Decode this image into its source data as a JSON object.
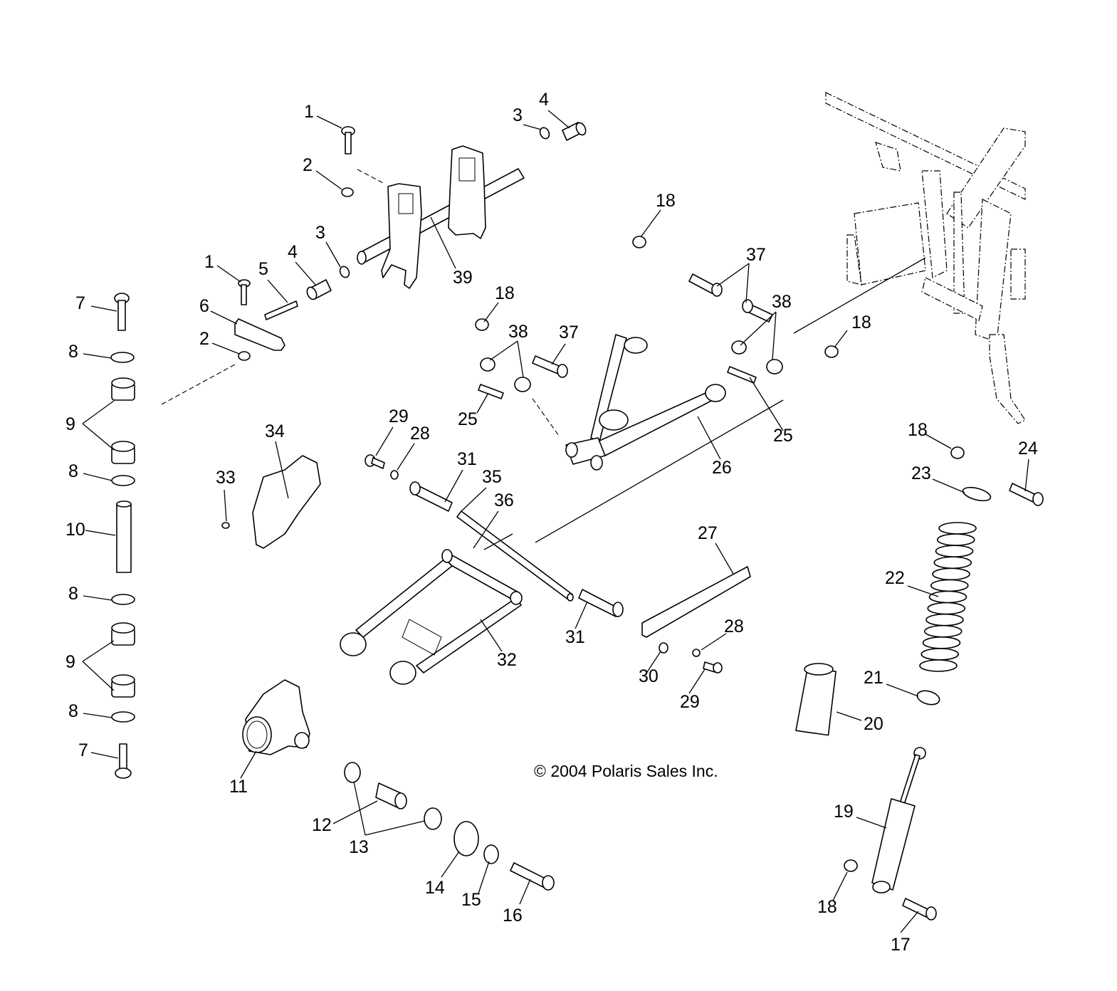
{
  "diagram": {
    "type": "exploded-parts-diagram",
    "subject": "Rear suspension assembly",
    "copyright": "© 2004 Polaris Sales Inc.",
    "callouts": [
      {
        "id": "c1a",
        "label": "1",
        "part": "bolt"
      },
      {
        "id": "c2a",
        "label": "2",
        "part": "nut"
      },
      {
        "id": "c3a",
        "label": "3",
        "part": "o-ring"
      },
      {
        "id": "c4a",
        "label": "4",
        "part": "bushing"
      },
      {
        "id": "c39",
        "label": "39",
        "part": "stabilizer bar with brackets"
      },
      {
        "id": "c18a",
        "label": "18",
        "part": "nut"
      },
      {
        "id": "c3b",
        "label": "3",
        "part": "o-ring"
      },
      {
        "id": "c4b",
        "label": "4",
        "part": "bushing"
      },
      {
        "id": "c1b",
        "label": "1",
        "part": "bolt"
      },
      {
        "id": "c5",
        "label": "5",
        "part": "link rod"
      },
      {
        "id": "c6",
        "label": "6",
        "part": "link arm"
      },
      {
        "id": "c2b",
        "label": "2",
        "part": "nut"
      },
      {
        "id": "c7a",
        "label": "7",
        "part": "bolt"
      },
      {
        "id": "c8a",
        "label": "8",
        "part": "washer"
      },
      {
        "id": "c9a",
        "label": "9",
        "part": "bushing pair"
      },
      {
        "id": "c8b",
        "label": "8",
        "part": "washer"
      },
      {
        "id": "c10",
        "label": "10",
        "part": "link spacer"
      },
      {
        "id": "c8c",
        "label": "8",
        "part": "washer"
      },
      {
        "id": "c9b",
        "label": "9",
        "part": "bushing pair"
      },
      {
        "id": "c8d",
        "label": "8",
        "part": "washer"
      },
      {
        "id": "c7b",
        "label": "7",
        "part": "bolt"
      },
      {
        "id": "c37a",
        "label": "37",
        "part": "bolt pair"
      },
      {
        "id": "c38a",
        "label": "38",
        "part": "bushing pair"
      },
      {
        "id": "c18b",
        "label": "18",
        "part": "nut"
      },
      {
        "id": "c18c",
        "label": "18",
        "part": "nut"
      },
      {
        "id": "c38b",
        "label": "38",
        "part": "bushing pair"
      },
      {
        "id": "c37b",
        "label": "37",
        "part": "bolt"
      },
      {
        "id": "c25a",
        "label": "25",
        "part": "pivot tube"
      },
      {
        "id": "c25b",
        "label": "25",
        "part": "pivot tube"
      },
      {
        "id": "c26",
        "label": "26",
        "part": "upper A-arm"
      },
      {
        "id": "c34",
        "label": "34",
        "part": "guard"
      },
      {
        "id": "c33",
        "label": "33",
        "part": "screw"
      },
      {
        "id": "c29a",
        "label": "29",
        "part": "bolt"
      },
      {
        "id": "c28a",
        "label": "28",
        "part": "washer"
      },
      {
        "id": "c31a",
        "label": "31",
        "part": "pivot tube"
      },
      {
        "id": "c35",
        "label": "35",
        "part": "shaft"
      },
      {
        "id": "c36",
        "label": "36",
        "part": "pin"
      },
      {
        "id": "c32",
        "label": "32",
        "part": "lower A-arm"
      },
      {
        "id": "c31b",
        "label": "31",
        "part": "pivot tube"
      },
      {
        "id": "c27",
        "label": "27",
        "part": "strap bracket"
      },
      {
        "id": "c28b",
        "label": "28",
        "part": "washer"
      },
      {
        "id": "c30",
        "label": "30",
        "part": "washer"
      },
      {
        "id": "c29b",
        "label": "29",
        "part": "bolt"
      },
      {
        "id": "c18d",
        "label": "18",
        "part": "nut"
      },
      {
        "id": "c24",
        "label": "24",
        "part": "bolt"
      },
      {
        "id": "c23",
        "label": "23",
        "part": "spring retainer"
      },
      {
        "id": "c22",
        "label": "22",
        "part": "coil spring"
      },
      {
        "id": "c21",
        "label": "21",
        "part": "spring seat"
      },
      {
        "id": "c20",
        "label": "20",
        "part": "bump stop cover"
      },
      {
        "id": "c19",
        "label": "19",
        "part": "shock absorber"
      },
      {
        "id": "c18e",
        "label": "18",
        "part": "nut"
      },
      {
        "id": "c17",
        "label": "17",
        "part": "bolt"
      },
      {
        "id": "c11",
        "label": "11",
        "part": "bearing carrier"
      },
      {
        "id": "c12",
        "label": "12",
        "part": "bushing"
      },
      {
        "id": "c13",
        "label": "13",
        "part": "bushing caps"
      },
      {
        "id": "c14",
        "label": "14",
        "part": "large washer"
      },
      {
        "id": "c15",
        "label": "15",
        "part": "washer"
      },
      {
        "id": "c16",
        "label": "16",
        "part": "bolt"
      }
    ]
  }
}
